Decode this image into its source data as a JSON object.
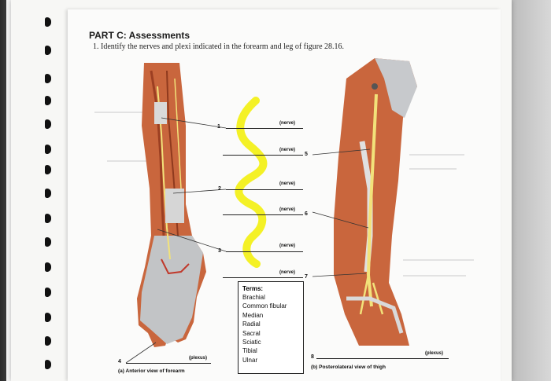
{
  "header": {
    "title": "PART C: Assessments",
    "question": "1. Identify the nerves and plexi indicated in the forearm and leg of figure 28.16."
  },
  "labels": {
    "nerve": "(nerve)",
    "plexus": "(plexus)",
    "n1": "1",
    "n2": "2",
    "n3": "3",
    "n4": "4",
    "n5": "5",
    "n6": "6",
    "n7": "7",
    "n8": "8"
  },
  "terms": {
    "heading": "Terms:",
    "items": [
      "Brachial",
      "Common fibular",
      "Median",
      "Radial",
      "Sacral",
      "Sciatic",
      "Tibial",
      "Ulnar"
    ]
  },
  "captions": {
    "a": "(a) Anterior view of forearm",
    "b": "(b) Posterolateral view of thigh"
  },
  "colors": {
    "muscle": "#c9663d",
    "highlight": "#f3f01a",
    "nerve": "#f2e27a"
  }
}
